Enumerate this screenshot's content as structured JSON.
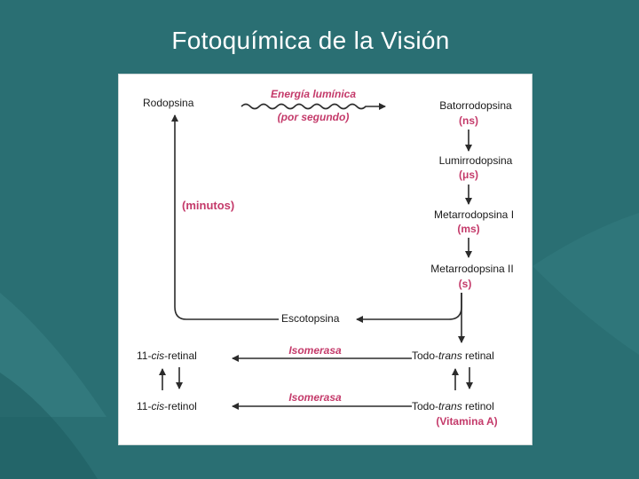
{
  "slide": {
    "title": "Fotoquímica de la Visión",
    "background_color": "#2a6f73",
    "accent_color": "#c43a6a"
  },
  "diagram": {
    "rhodopsin": "Rodopsina",
    "light_energy": "Energía lumínica",
    "per_second": "(por segundo)",
    "minutes": "(minutos)",
    "chain": [
      {
        "label": "Batorrodopsina",
        "time": "(ns)"
      },
      {
        "label": "Lumirrodopsina",
        "time": "(μs)"
      },
      {
        "label": "Metarrodopsina I",
        "time": "(ms)"
      },
      {
        "label": "Metarrodopsina II",
        "time": "(s)"
      }
    ],
    "scotopsin": "Escotopsina",
    "cis_retinal": {
      "prefix": "11-",
      "italic": "cis",
      "suffix": "-retinal"
    },
    "cis_retinol": {
      "prefix": "11-",
      "italic": "cis",
      "suffix": "-retinol"
    },
    "trans_retinal": {
      "prefix": "Todo-",
      "italic": "trans",
      "suffix": " retinal"
    },
    "trans_retinol": {
      "prefix": "Todo-",
      "italic": "trans",
      "suffix": " retinol"
    },
    "vitamin_a": "(Vitamina A)",
    "isomerase_1": "Isomerasa",
    "isomerase_2": "Isomerasa"
  }
}
